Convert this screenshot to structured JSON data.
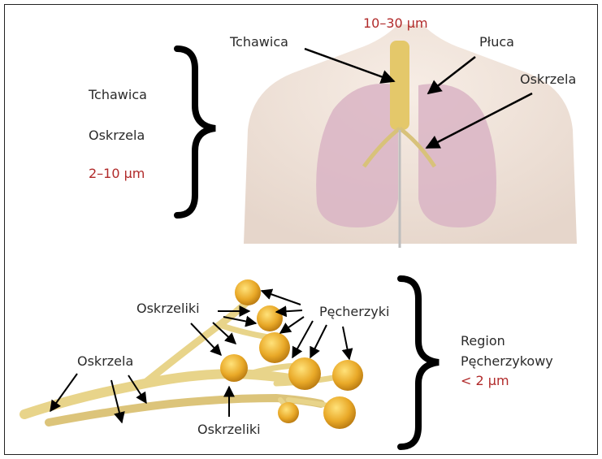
{
  "top": {
    "left_labels": {
      "trachea": "Tchawica",
      "bronchi": "Oskrzela",
      "size": "2–10 µm"
    },
    "size_top": "10–30 µm",
    "callouts": {
      "trachea": "Tchawica",
      "lungs": "Płuca",
      "bronchi": "Oskrzela"
    }
  },
  "bottom": {
    "bronchioles_top": "Oskrzeliki",
    "alveoli": "Pęcherzyki",
    "bronchi": "Oskrzela",
    "bronchioles_bottom": "Oskrzeliki",
    "region_line1": "Region",
    "region_line2": "Pęcherzykowy",
    "region_size": "< 2 µm"
  },
  "colors": {
    "accent_red": "#b12a2a",
    "lung_pink": "#d9b4c4",
    "airway_gold": "#e4c86a"
  }
}
